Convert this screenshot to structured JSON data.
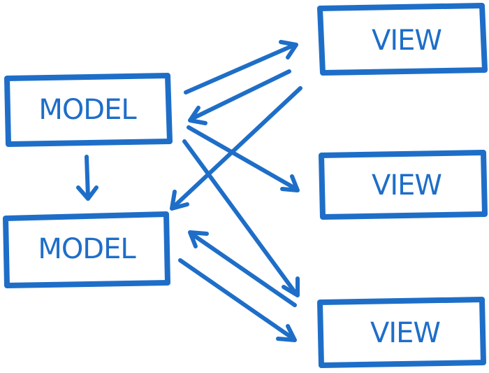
{
  "diagram": {
    "stroke_color": "#1e6ec8",
    "nodes": {
      "model_top": "MODEL",
      "model_bottom": "MODEL",
      "view_top": "VIEW",
      "view_middle": "VIEW",
      "view_bottom": "VIEW"
    }
  }
}
